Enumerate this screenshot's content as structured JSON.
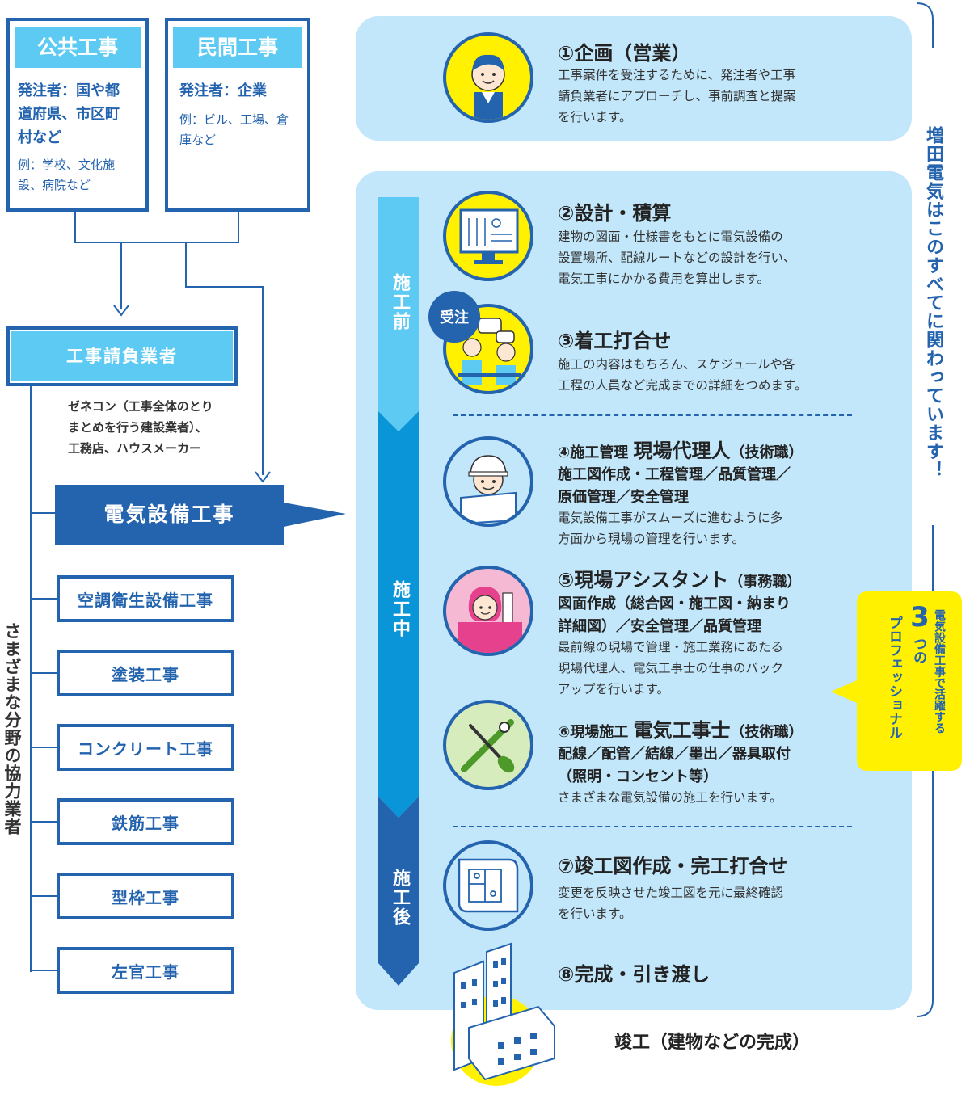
{
  "public_works": {
    "title": "公共工事",
    "orderer_lines": [
      "発注者：国や都",
      "道府県、市区町",
      "村など"
    ],
    "example_lines": [
      "例：学校、文化施",
      "設、病院など"
    ]
  },
  "private_works": {
    "title": "民間工事",
    "orderer": "発注者：企業",
    "example_lines": [
      "例：ビル、工場、倉",
      "庫など"
    ]
  },
  "contractor": {
    "title": "工事請負業者",
    "note_lines": [
      "ゼネコン（工事全体のとり",
      "まとめを行う建設業者）、",
      "工務店、ハウスメーカー"
    ]
  },
  "electrical": {
    "title": "電気設備工事"
  },
  "subcontract_works": [
    "空調衛生設備工事",
    "塗装工事",
    "コンクリート工事",
    "鉄筋工事",
    "型枠工事",
    "左官工事"
  ],
  "partners_label": "さまざまな分野の協力業者",
  "masuda_label": "増田電気はこのすべてに関わっています！",
  "phases": {
    "before": "施工前",
    "during": "施工中",
    "after": "施工後"
  },
  "order_badge": "受注",
  "pro_callout": {
    "line1": "電気設備工事で活躍する",
    "number": "3",
    "line2": "つの",
    "line3": "プロフェッショナル"
  },
  "steps": {
    "s1": {
      "title": "①企画（営業）",
      "desc": [
        "工事案件を受注するために、発注者や工事",
        "請負業者にアプローチし、事前調査と提案",
        "を行います。"
      ]
    },
    "s2": {
      "title": "②設計・積算",
      "desc": [
        "建物の図面・仕様書をもとに電気設備の",
        "設置場所、配線ルートなどの設計を行い、",
        "電気工事にかかる費用を算出します。"
      ]
    },
    "s3": {
      "title": "③着工打合せ",
      "desc": [
        "施工の内容はもちろん、スケジュールや各",
        "工程の人員など完成までの詳細をつめます。"
      ]
    },
    "s4": {
      "title_a": "④施工管理 ",
      "title_b": "現場代理人",
      "title_c": "（技術職）",
      "bold": [
        "施工図作成・工程管理／品質管理／",
        "原価管理／安全管理"
      ],
      "desc": [
        "電気設備工事がスムーズに進むように多",
        "方面から現場の管理を行います。"
      ]
    },
    "s5": {
      "title_a": "⑤現場アシスタント",
      "title_c": "（事務職）",
      "bold": [
        "図面作成（総合図・施工図・納まり",
        "詳細図）／安全管理／品質管理"
      ],
      "desc": [
        "最前線の現場で管理・施工業務にあたる",
        "現場代理人、電気工事士の仕事のバック",
        "アップを行います。"
      ]
    },
    "s6": {
      "title_a": "⑥現場施工 ",
      "title_b": "電気工事士",
      "title_c": "（技術職）",
      "bold": [
        "配線／配管／結線／墨出／器具取付",
        "（照明・コンセント等）"
      ],
      "desc": [
        "さまざまな電気設備の施工を行います。"
      ]
    },
    "s7": {
      "title": "⑦竣工図作成・完工打合せ",
      "desc": [
        "変更を反映させた竣工図を元に最終確認",
        "を行います。"
      ]
    },
    "s8": {
      "title": "⑧完成・引き渡し"
    }
  },
  "completion": "竣工（建物などの完成）",
  "colors": {
    "navy": "#2463ae",
    "sky": "#5ccaf2",
    "panel": "#c3e7fa",
    "yellow": "#fff100",
    "pink": "#f085b7",
    "green": "#8cc63f"
  }
}
